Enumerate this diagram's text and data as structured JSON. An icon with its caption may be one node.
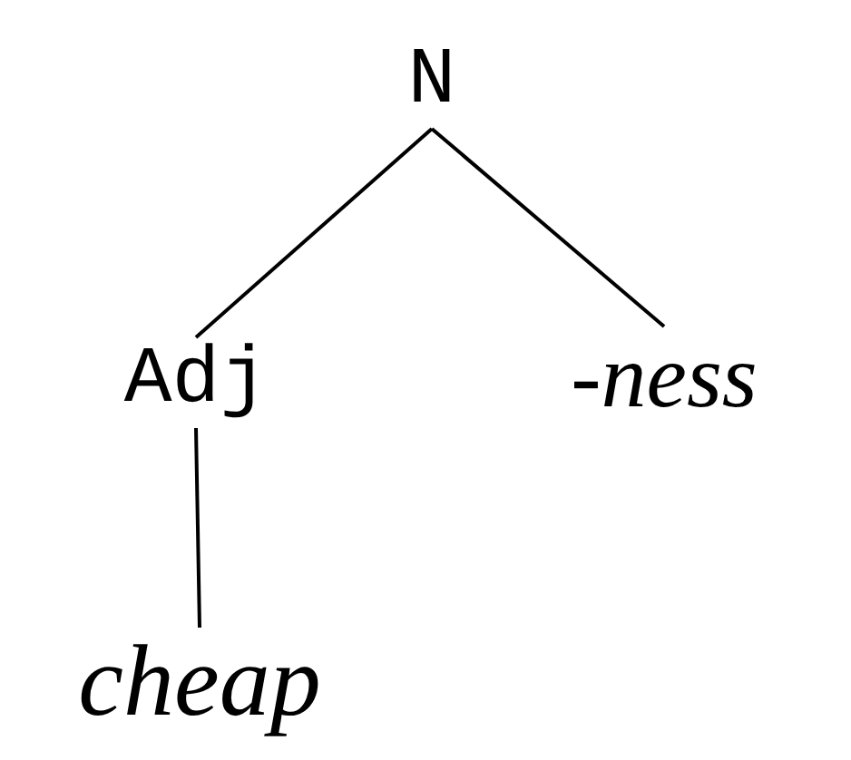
{
  "diagram": {
    "nodes": [
      {
        "text": [
          "N"
        ]
      },
      {
        "text": [
          "Adj"
        ]
      },
      {
        "text": [
          "-*ness*"
        ]
      },
      {
        "text": [
          "cheap"
        ]
      }
    ],
    "edges": [
      {
        "from": 0,
        "to": 1,
        "arrow": "none"
      },
      {
        "from": 0,
        "to": 2,
        "arrow": "none"
      },
      {
        "from": 1,
        "to": 3,
        "arrow": "none"
      }
    ]
  }
}
